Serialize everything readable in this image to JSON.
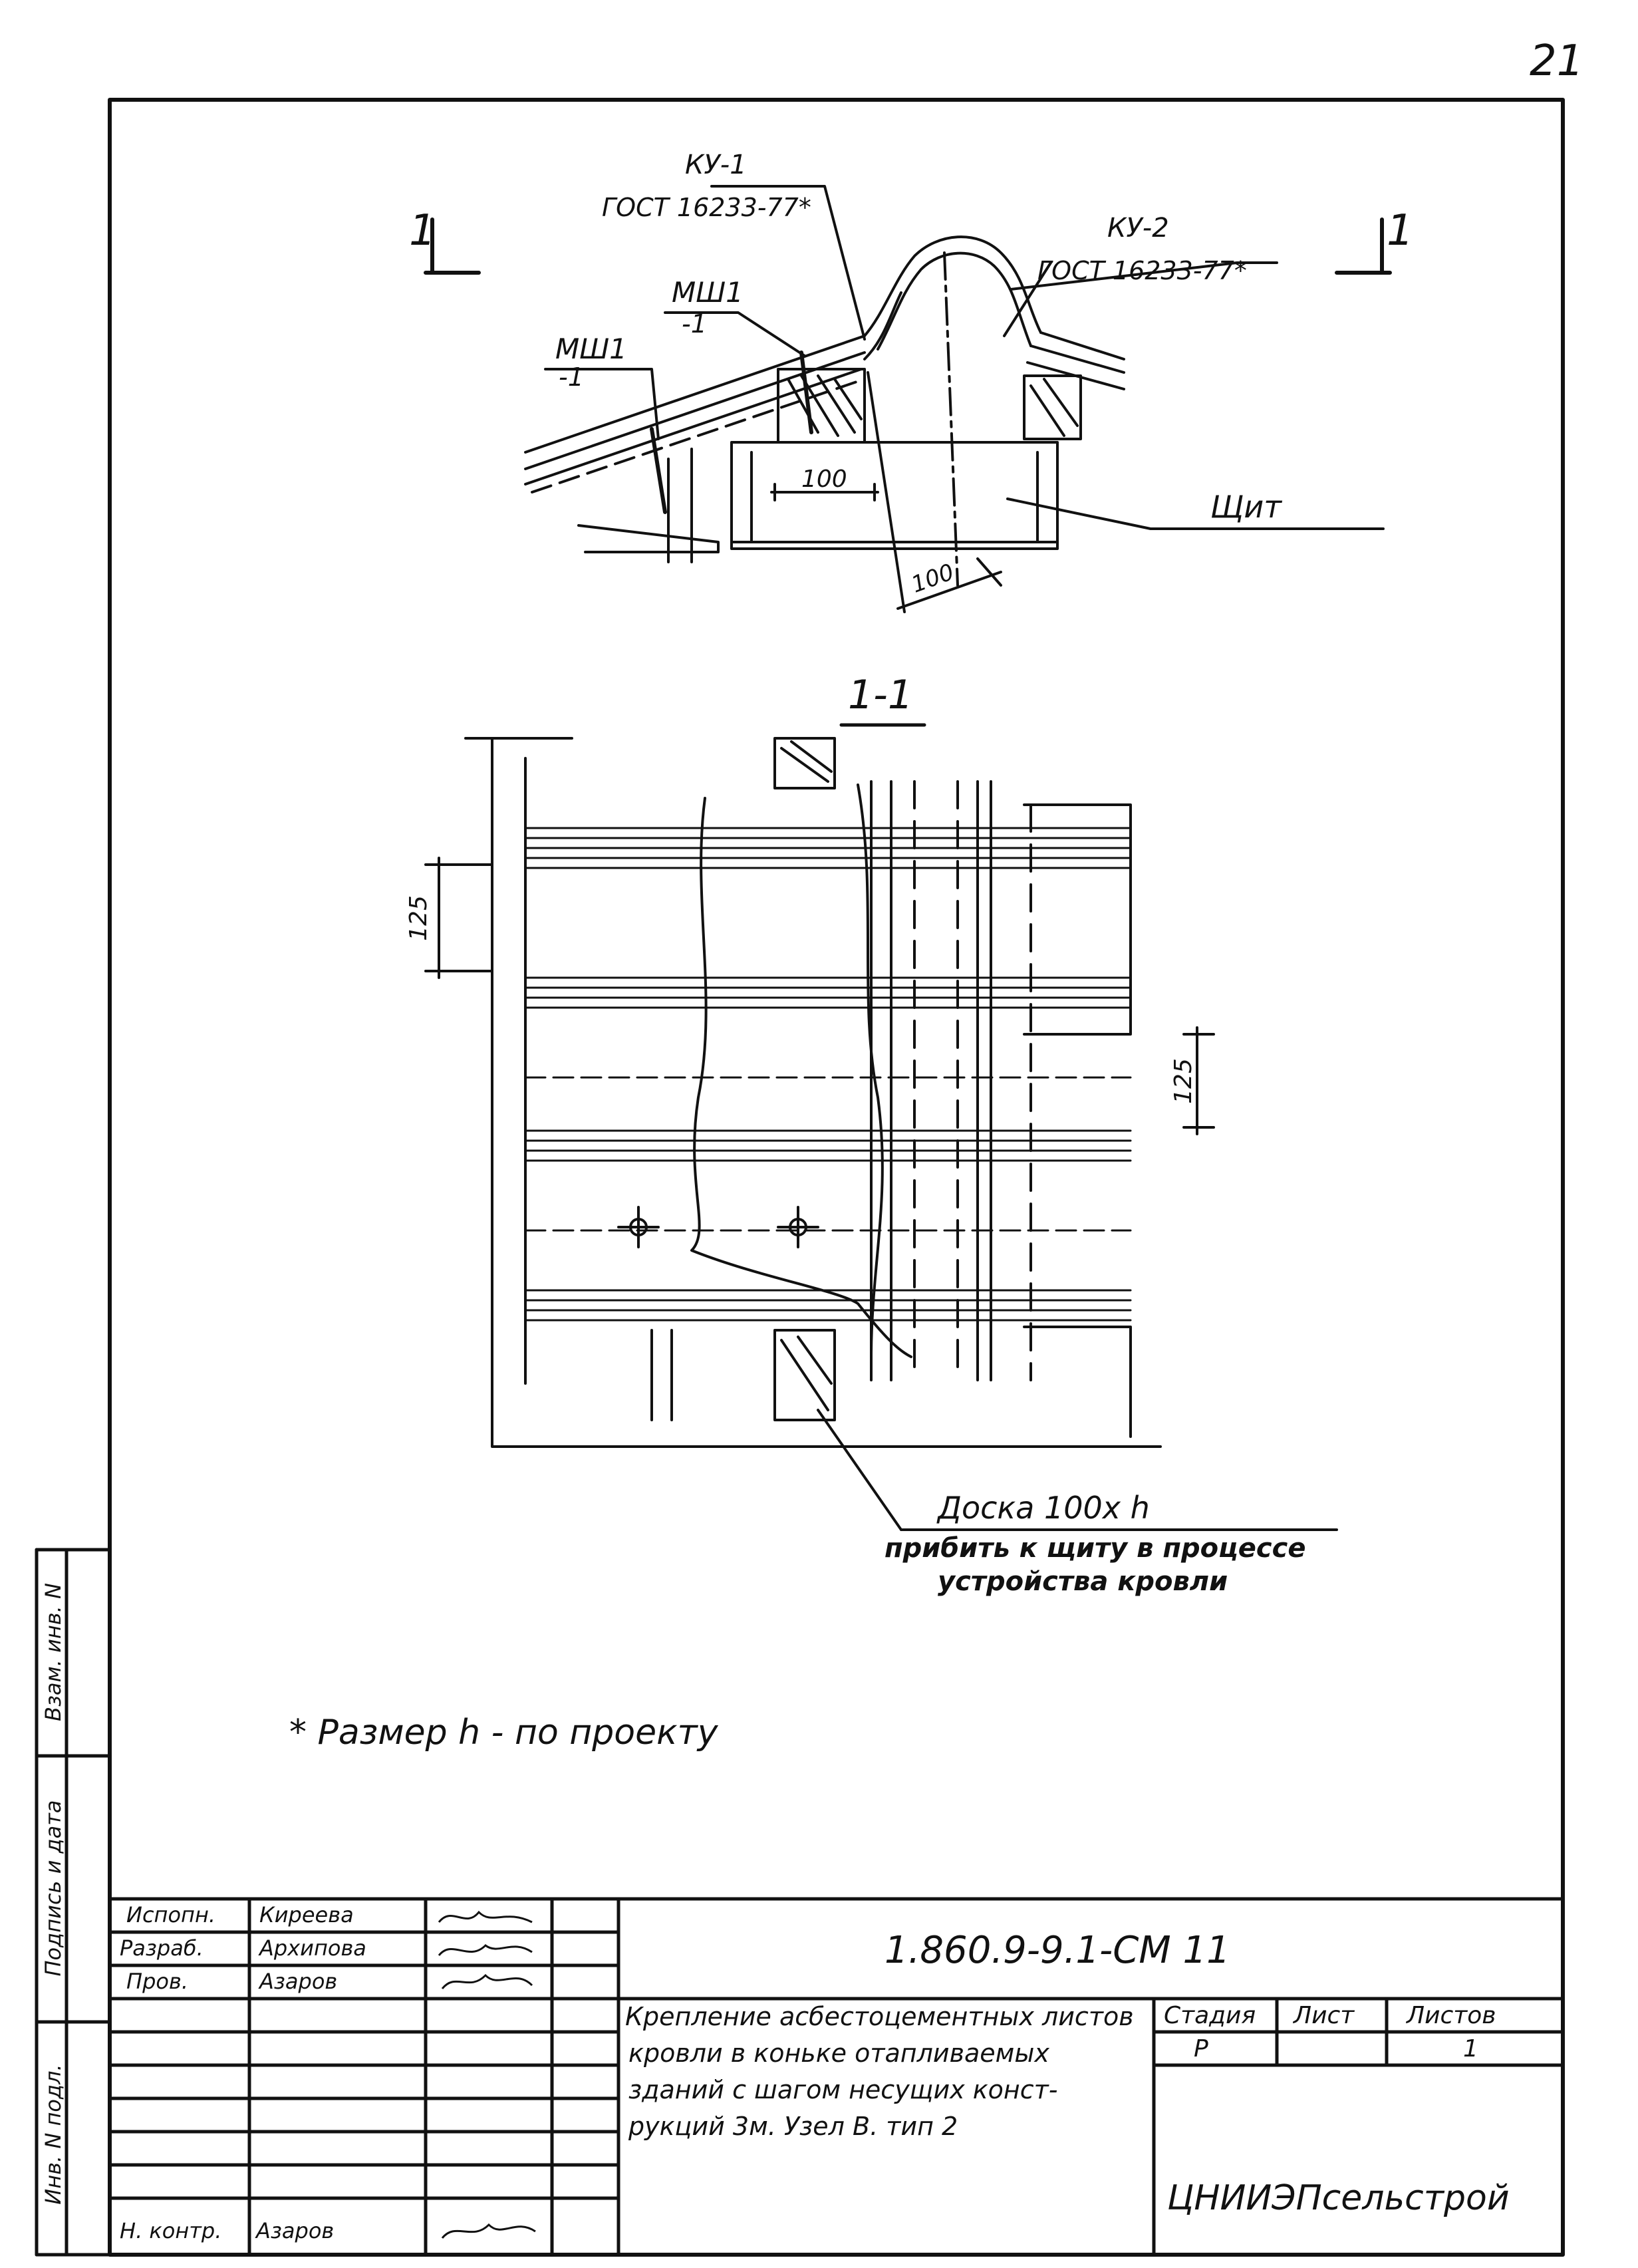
{
  "sheet": {
    "page_number": "21"
  },
  "top_section": {
    "section_marker_left": "1",
    "section_marker_right": "1",
    "callouts": {
      "ku1": "КУ-1",
      "ku1_gost": "ГОСТ 16233-77*",
      "ku2": "КУ-2",
      "ku2_gost": "ГОСТ 16233-77*",
      "msh1_a": "МШ1",
      "msh1_a_sub": "-1",
      "msh1_b": "МШ1",
      "msh1_b_sub": "-1",
      "shield": "Щит"
    },
    "dimensions": {
      "d100_a": "100",
      "d100_b": "100"
    }
  },
  "section_view": {
    "title": "1-1",
    "dimensions": {
      "d125_left": "125",
      "d125_right": "125"
    },
    "board_note_line1": "Доска 100х h",
    "board_note_line2": "прибить к щиту в процессе",
    "board_note_line3": "устройства кровли"
  },
  "footnote": "* Размер h - по проекту",
  "side_stamp": {
    "inv_podl": "Инв. N подл.",
    "podpis_data": "Подпись и дата",
    "vzam_inv": "Взам. инв. N"
  },
  "title_block": {
    "code": "1.860.9-9.1-СМ 11",
    "title_lines": [
      "Крепление асбестоцементных листов",
      "кровли в коньке отапливаемых",
      "зданий с шагом несущих конст-",
      "рукций 3м. Узел В. тип 2"
    ],
    "organization": "ЦНИИЭПсельстрой",
    "stage_header": "Стадия",
    "sheet_header": "Лист",
    "sheets_header": "Листов",
    "stage_value": "Р",
    "sheet_value": "",
    "sheets_value": "1",
    "signatures": [
      {
        "role": "Испопн.",
        "name": "Киреева"
      },
      {
        "role": "Разраб.",
        "name": "Архипова"
      },
      {
        "role": "Пров.",
        "name": "Азаров"
      },
      {
        "role": "Н. контр.",
        "name": "Азаров"
      }
    ]
  }
}
